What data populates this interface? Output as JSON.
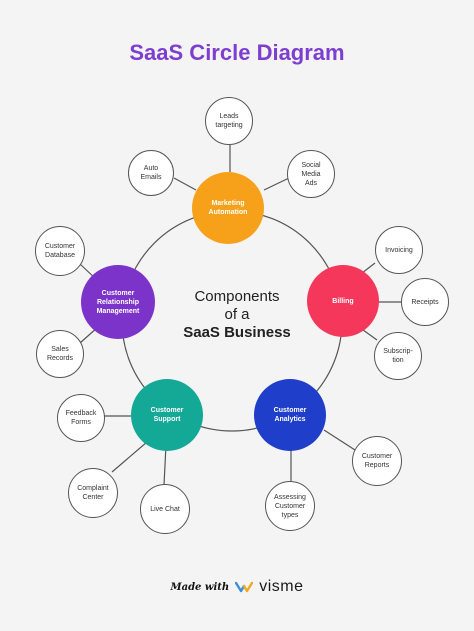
{
  "title": "SaaS Circle Diagram",
  "center": {
    "line1": "Components",
    "line2": "of a",
    "line3": "SaaS Business"
  },
  "components": [
    {
      "id": "marketing",
      "label": "Marketing\nAutomation",
      "color": "#f7a11a"
    },
    {
      "id": "billing",
      "label": "Billing",
      "color": "#f5375c"
    },
    {
      "id": "analytics",
      "label": "Customer\nAnalytics",
      "color": "#1f3ec9"
    },
    {
      "id": "support",
      "label": "Customer\nSupport",
      "color": "#14a897"
    },
    {
      "id": "crm",
      "label": "Customer\nRelationship\nManagement",
      "color": "#7c33c9"
    }
  ],
  "leaves": {
    "leads": "Leads\ntargeting",
    "auto_emails": "Auto\nEmails",
    "social_media": "Social\nMedia\nAds",
    "invoicing": "Invoicing",
    "receipts": "Receipts",
    "subscription": "Subscrip-\ntion",
    "customer_reports": "Customer\nReports",
    "assessing_types": "Assessing\nCustomer\ntypes",
    "live_chat": "Live Chat",
    "complaint_center": "Complaint\nCenter",
    "feedback_forms": "Feedback\nForms",
    "customer_database": "Customer\nDatabase",
    "sales_records": "Sales\nRecords"
  },
  "footer": {
    "made_with": "Made with",
    "brand": "visme",
    "logo_icon": "visme-logo-icon"
  }
}
